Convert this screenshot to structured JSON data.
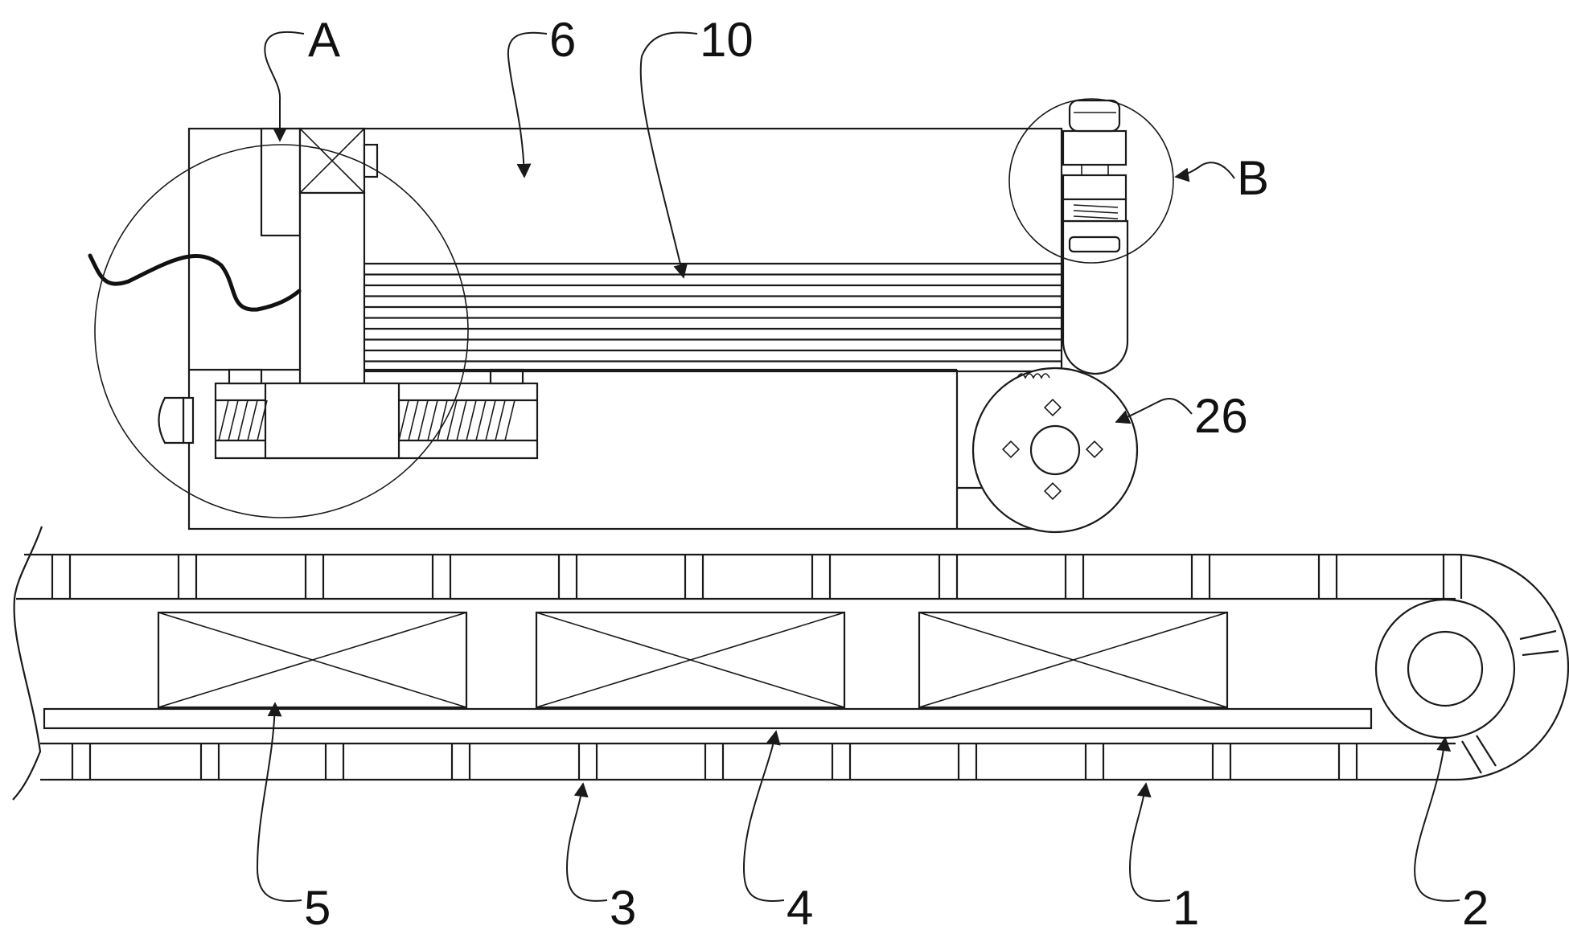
{
  "labels": {
    "A": "A",
    "B": "B",
    "six": "6",
    "ten": "10",
    "twentysix": "26",
    "one": "1",
    "two": "2",
    "three": "3",
    "four": "4",
    "five": "5"
  },
  "colors": {
    "line": "#1a1a1a",
    "background": "#ffffff"
  }
}
